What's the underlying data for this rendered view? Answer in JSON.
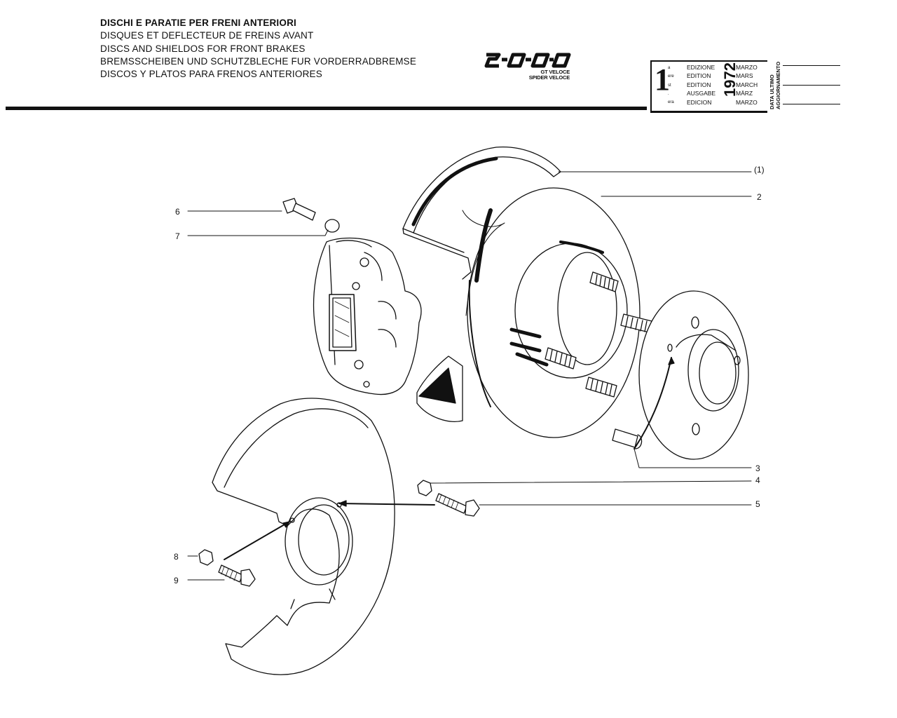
{
  "header": {
    "titles": [
      "DISCHI E PARATIE PER FRENI ANTERIORI",
      "DISQUES ET DEFLECTEUR DE FREINS AVANT",
      "DISCS AND SHIELDOS FOR FRONT BRAKES",
      "BREMSSCHEIBEN UND SCHUTZBLECHE FUR VORDERRADBREMSE",
      "DISCOS Y PLATOS PARA FRENOS ANTERIORES"
    ],
    "logo": {
      "wordmark": "2000",
      "subtitle_1": "GT VELOCE",
      "subtitle_2": "SPIDER VELOCE"
    },
    "edition": {
      "number": "1",
      "suffixes": [
        "a",
        "ere",
        "st",
        ".",
        "era"
      ],
      "labels": [
        "EDIZIONE",
        "EDITION",
        "EDITION",
        "AUSGABE",
        "EDICION"
      ],
      "months": [
        "MARZO",
        "MARS",
        "MARCH",
        "MÄRZ",
        "MARZO"
      ],
      "year": "1972"
    },
    "update": {
      "line1": "DATA ULTIMO",
      "line2": "AGGIORNAMENTO"
    }
  },
  "diagram": {
    "callouts": [
      "(1)",
      "2",
      "3",
      "4",
      "5",
      "6",
      "7",
      "8",
      "9"
    ],
    "parts": [
      "brake-shield-upper",
      "brake-disc",
      "wheel-hub",
      "brake-caliper",
      "brake-shield-lower",
      "wheel-stud",
      "nut",
      "bolt"
    ]
  }
}
